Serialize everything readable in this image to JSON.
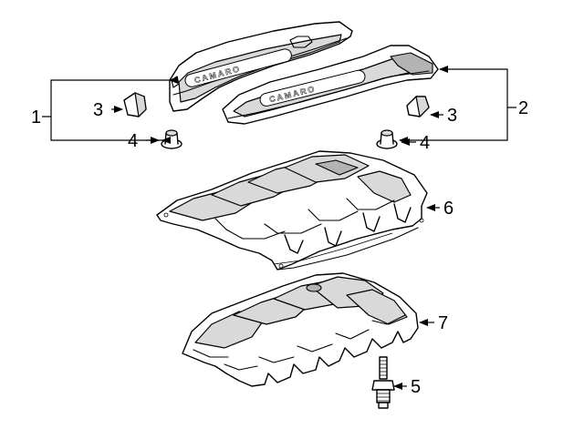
{
  "callouts": {
    "c1": "1",
    "c2": "2",
    "c3_left": "3",
    "c3_right": "3",
    "c4_left": "4",
    "c4_right": "4",
    "c5": "5",
    "c6": "6",
    "c7": "7"
  },
  "plate_text": {
    "left_cover": "CAMARO",
    "right_cover": "CAMARO"
  },
  "colors": {
    "line": "#000000",
    "shade": "#d9d9d9",
    "background": "#ffffff"
  }
}
